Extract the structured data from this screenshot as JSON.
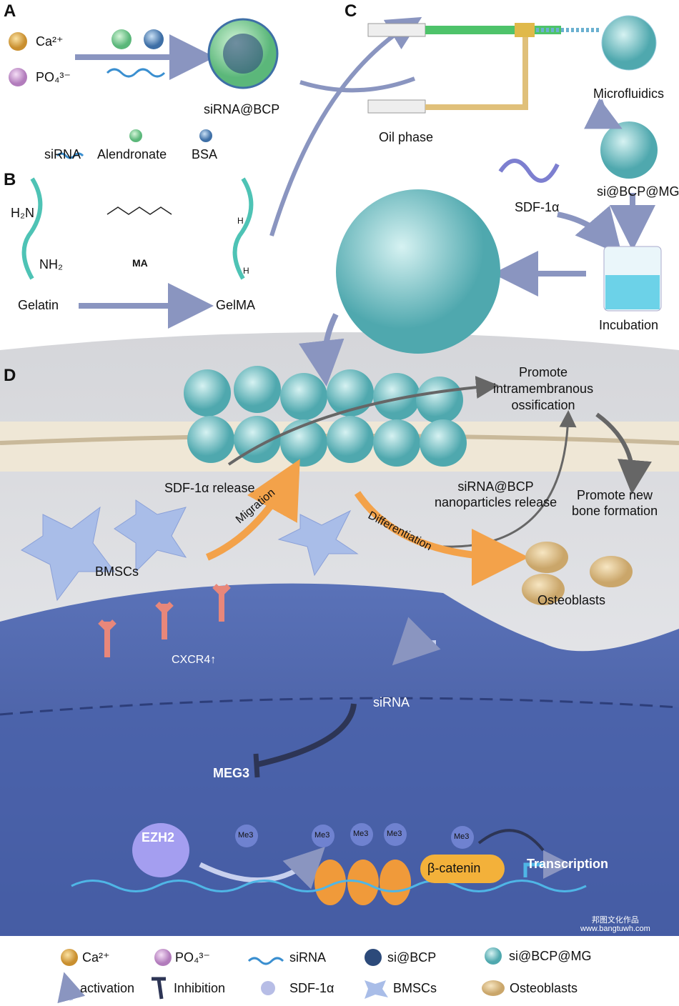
{
  "panels": {
    "a": "A",
    "b": "B",
    "c": "C",
    "d": "D"
  },
  "panel_a": {
    "ca": "Ca²⁺",
    "po4": "PO₄³⁻",
    "product": "siRNA@BCP",
    "legend": [
      "siRNA",
      "Alendronate",
      "BSA"
    ]
  },
  "panel_b": {
    "h2n": "H₂N",
    "nh2": "NH₂",
    "ma": "MA",
    "gelatin": "Gelatin",
    "gelma": "GelMA",
    "h1": "H",
    "h2": "H"
  },
  "panel_c": {
    "microfluidics": "Microfluidics",
    "oil": "Oil phase",
    "sdf": "SDF-1α",
    "simg": "si@BCP@MG",
    "incubation": "Incubation"
  },
  "panel_d": {
    "promote1": [
      "Promote",
      "intramembranous",
      "ossification"
    ],
    "promote2": [
      "Promote new",
      "bone formation"
    ],
    "sdf_release": "SDF-1α release",
    "np_release": [
      "siRNA@BCP",
      "nanoparticles release"
    ],
    "migration": "Migration",
    "differentiation": "Differentiation",
    "bmscs": "BMSCs",
    "osteoblasts": "Osteoblasts",
    "cxcr4": "CXCR4↑",
    "sirna": "siRNA",
    "meg3": "MEG3",
    "ezh2": "EZH2",
    "me3": "Me3",
    "bcat": "β-catenin",
    "transcription": "Transcription"
  },
  "watermark": {
    "cn": "邦图文化作品",
    "url": "www.bangtuwh.com"
  },
  "legend": {
    "ca": "Ca²⁺",
    "po4": "PO₄³⁻",
    "sirna": "siRNA",
    "sibcp": "si@BCP",
    "simg": "si@BCP@MG",
    "activation": "activation",
    "inhibition": "Inhibition",
    "sdf": "SDF-1α",
    "bmscs": "BMSCs",
    "osteoblasts": "Osteoblasts"
  },
  "colors": {
    "ca": "#e0b25a",
    "po4": "#d4a6d8",
    "teal": "#6fc4c4",
    "cell": "#3f5aa6",
    "orange": "#f3a24a"
  }
}
